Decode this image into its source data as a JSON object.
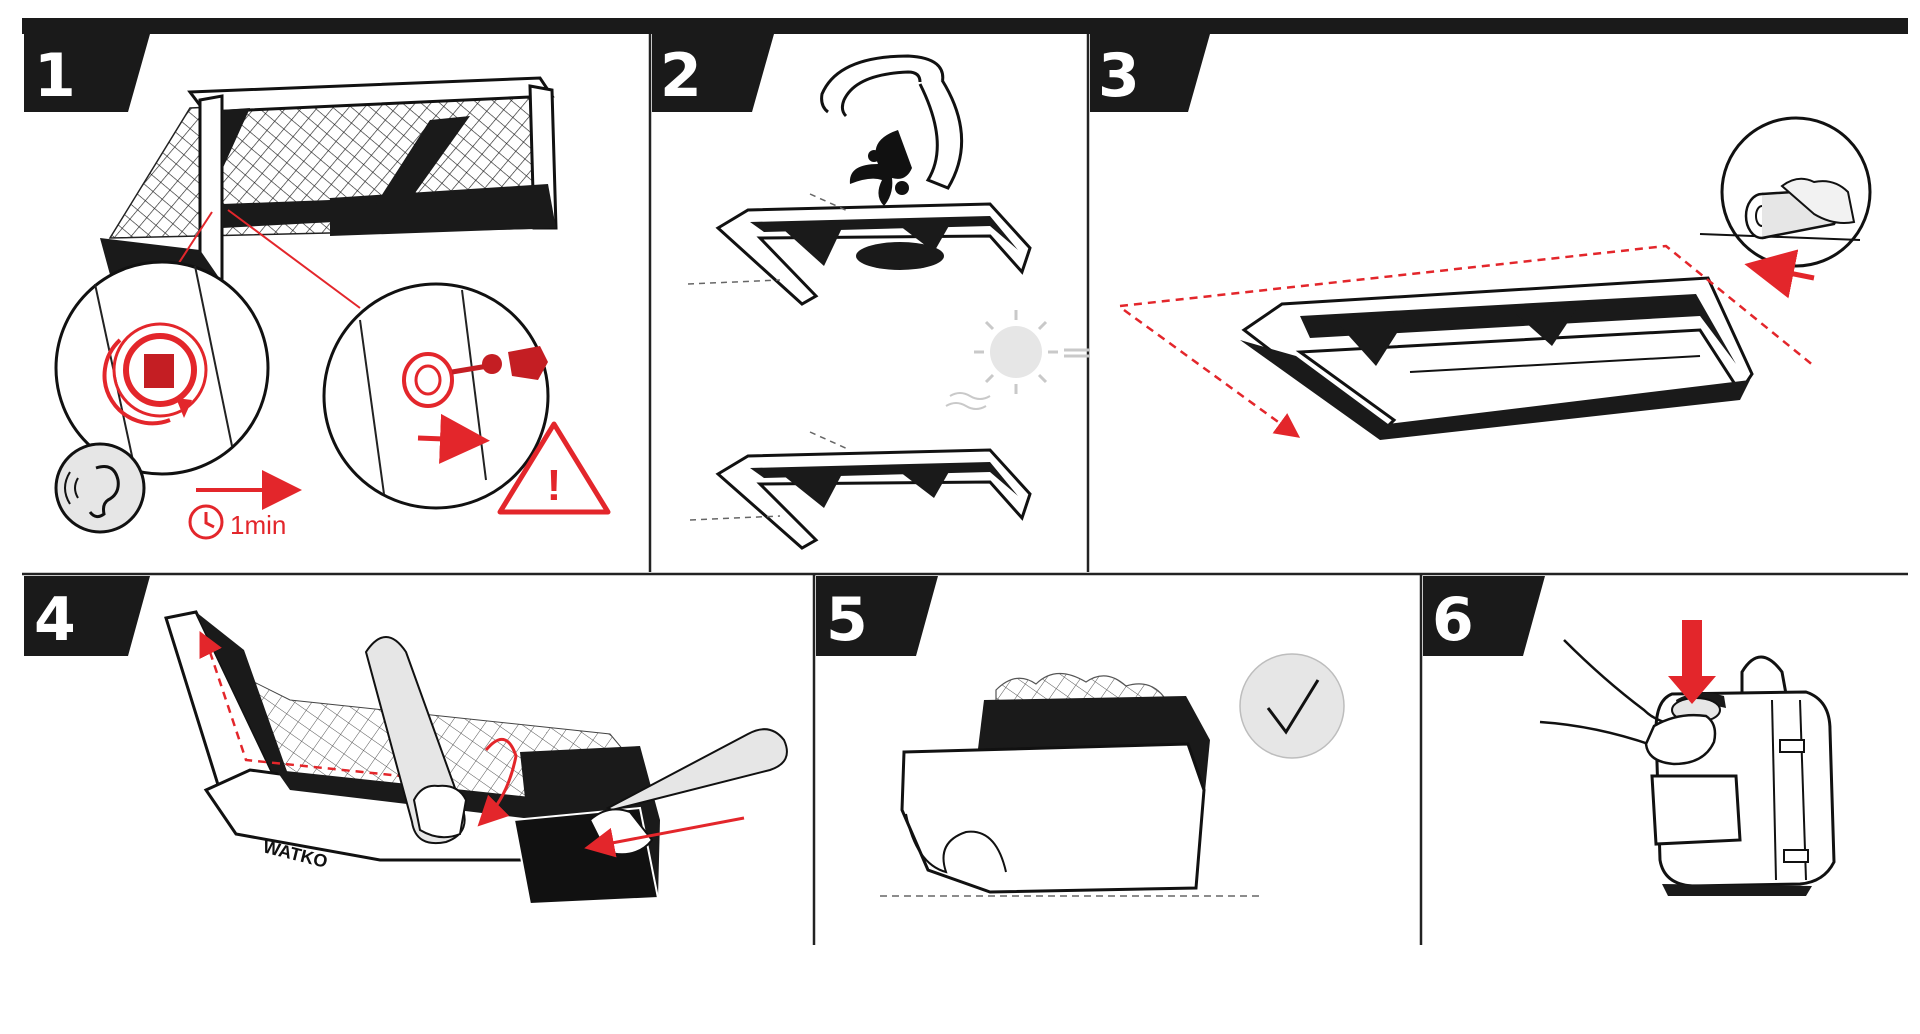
{
  "colors": {
    "accent_red": "#e3262b",
    "ink": "#1a1a1a",
    "panel_rule": "#222222",
    "light_gray": "#e6e6e6",
    "mid_gray": "#c9c9c9"
  },
  "steps": [
    {
      "number": "1",
      "icons": [
        "goal-icon",
        "valve-icon",
        "hiss-ear-icon",
        "timer-icon",
        "warning-icon"
      ],
      "timer_label": "1min",
      "warning_mark": "!"
    },
    {
      "number": "2",
      "icons": [
        "water-hose-icon",
        "sun-icon"
      ]
    },
    {
      "number": "3",
      "icons": [
        "roll-hand-icon",
        "arrow-left-icon"
      ]
    },
    {
      "number": "4",
      "icons": [
        "fold-goal-icon",
        "arrow-left-icon"
      ],
      "brand_text": "WATKO"
    },
    {
      "number": "5",
      "icons": [
        "folded-goal-icon",
        "checkmark-icon"
      ]
    },
    {
      "number": "6",
      "icons": [
        "backpack-icon",
        "arrow-down-icon"
      ]
    }
  ]
}
